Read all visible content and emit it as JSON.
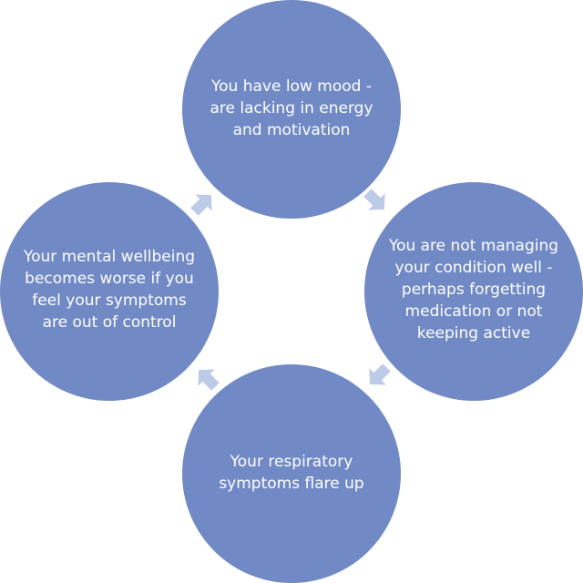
{
  "colors": {
    "circle_fill": "#7189C5",
    "arrow_fill": "#BDCBE8",
    "text": "#FFFFFF",
    "background": "#FFFFFF"
  },
  "cycle": {
    "steps": [
      {
        "id": "top",
        "text": "You have low mood -\nare lacking in energy\nand motivation"
      },
      {
        "id": "right",
        "text": "You are not managing\nyour condition well -\nperhaps forgetting\nmedication or not\nkeeping active"
      },
      {
        "id": "bottom",
        "text": "Your respiratory\nsymptoms flare up"
      },
      {
        "id": "left",
        "text": "Your mental wellbeing\nbecomes worse if you\nfeel your symptoms\nare out of control"
      }
    ],
    "connectors": [
      {
        "from": "top",
        "to": "right",
        "direction": "down-right"
      },
      {
        "from": "right",
        "to": "bottom",
        "direction": "down-left"
      },
      {
        "from": "bottom",
        "to": "left",
        "direction": "up-left"
      },
      {
        "from": "left",
        "to": "top",
        "direction": "up-right"
      }
    ]
  }
}
